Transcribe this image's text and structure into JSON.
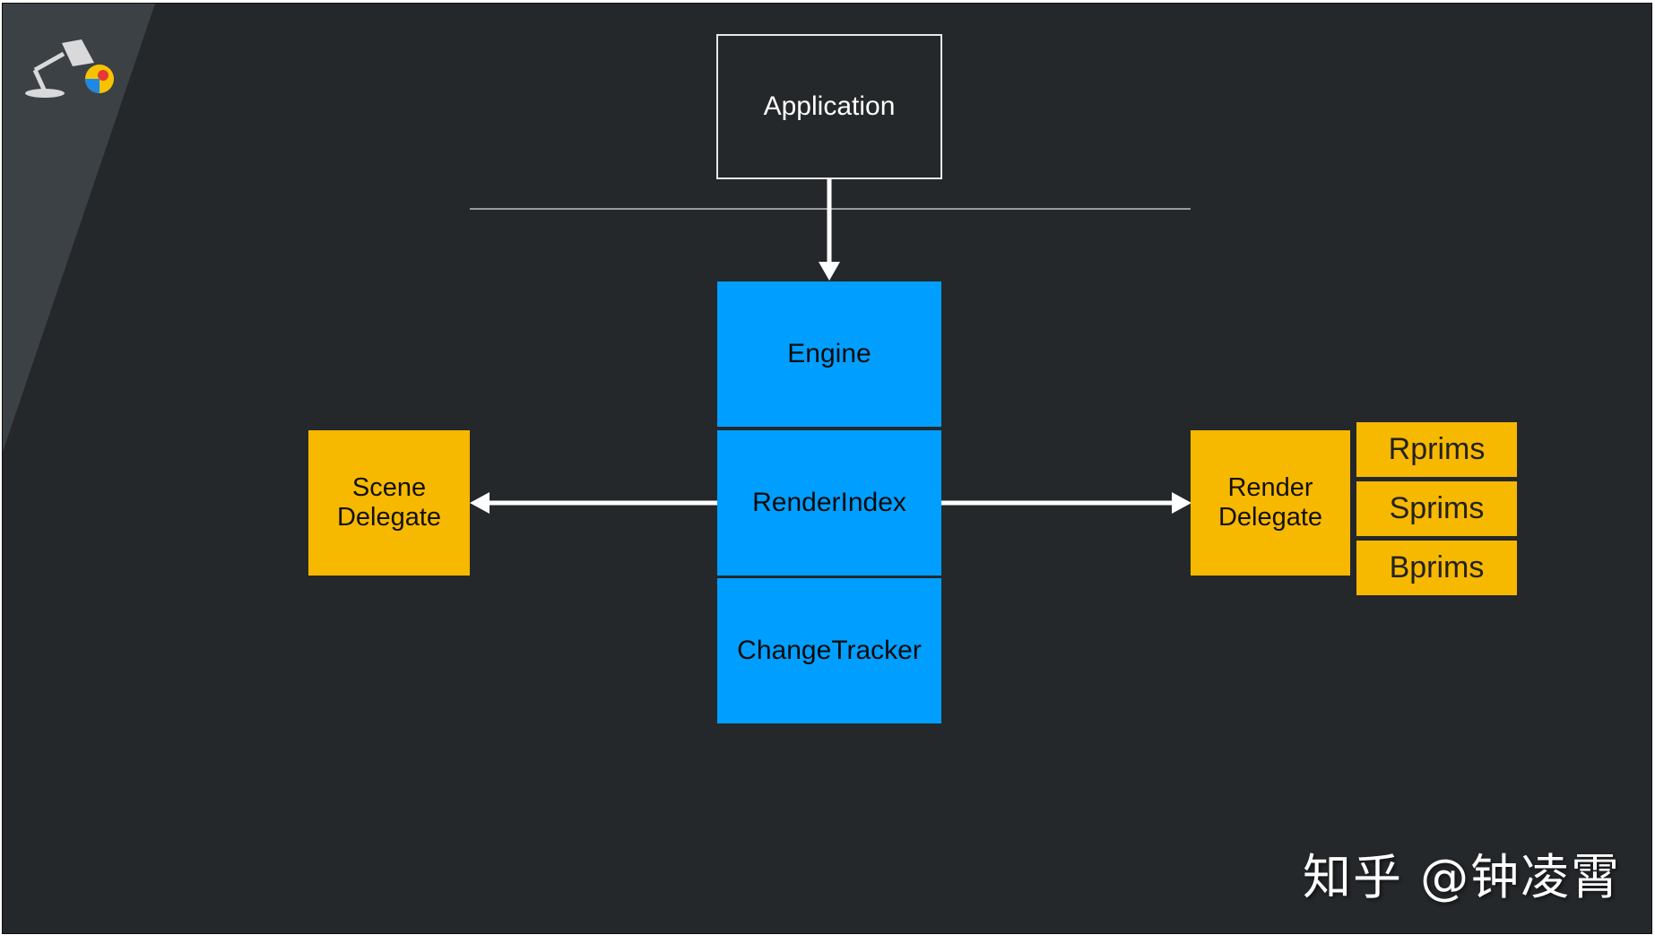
{
  "diagram": {
    "application": "Application",
    "engine": "Engine",
    "render_index": "RenderIndex",
    "change_tracker": "ChangeTracker",
    "scene_delegate": "Scene\nDelegate",
    "render_delegate": "Render\nDelegate",
    "prims": [
      "Rprims",
      "Sprims",
      "Bprims"
    ]
  },
  "watermark": "知乎 @钟凌霄",
  "colors": {
    "background": "#25282b",
    "core_blue": "#009fff",
    "delegate_yellow": "#f7b800",
    "lines": "#ffffff"
  },
  "icons": {
    "logo": "pixar-lamp-and-ball-icon"
  }
}
